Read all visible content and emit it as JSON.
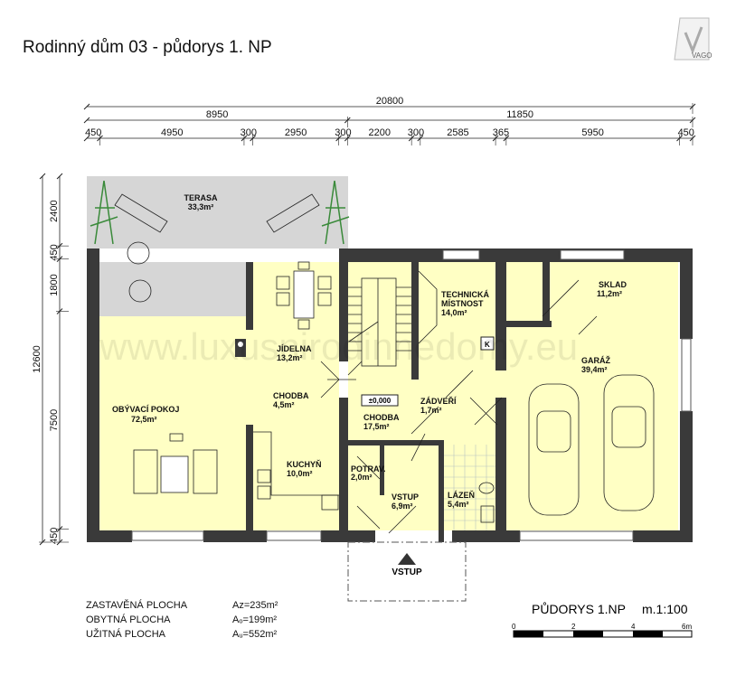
{
  "title": "Rodinný dům 03 - půdorys 1. NP",
  "logo": "VAGO",
  "watermark": "www.luxusnirodinnedomy.eu",
  "dimensions": {
    "total_width": "20800",
    "split_width": [
      "8950",
      "11850"
    ],
    "detail_width": [
      "450",
      "4950",
      "300",
      "2950",
      "300",
      "2200",
      "300",
      "2585",
      "365",
      "5950",
      "450"
    ],
    "total_depth": "12600",
    "detail_depth": [
      "2400",
      "450",
      "1800",
      "7500",
      "450"
    ]
  },
  "rooms": {
    "terasa": {
      "name": "TERASA",
      "area": "33,3m²"
    },
    "obyvaci": {
      "name": "OBÝVACÍ POKOJ",
      "area": "72,5m²"
    },
    "jidelna": {
      "name": "JÍDELNA",
      "area": "13,2m²"
    },
    "chodba1": {
      "name": "CHODBA",
      "area": "4,5m²"
    },
    "kuchyn": {
      "name": "KUCHYŇ",
      "area": "10,0m²"
    },
    "technicka": {
      "name1": "TECHNICKÁ",
      "name2": "MÍSTNOST",
      "area": "14,0m²"
    },
    "chodba2": {
      "name": "CHODBA",
      "area": "17,5m²"
    },
    "zadveri": {
      "name": "ZÁDVEŘÍ",
      "area": "1,7m²"
    },
    "potrav": {
      "name": "POTRAV.",
      "area": "2,0m²"
    },
    "vstup": {
      "name": "VSTUP",
      "area": "6,9m²"
    },
    "lazen": {
      "name": "LÁZEŇ",
      "area": "5,4m²"
    },
    "sklad": {
      "name": "SKLAD",
      "area": "11,2m²"
    },
    "garaz": {
      "name": "GARÁŽ",
      "area": "39,4m²"
    }
  },
  "level_mark": "±0,000",
  "boiler_label": "K",
  "entrance_label": "VSTUP",
  "summary": [
    {
      "label": "ZASTAVĚNÁ PLOCHA",
      "value": "Aᴢ=235m²"
    },
    {
      "label": "OBYTNÁ  PLOCHA",
      "value": "Aₒ=199m²"
    },
    {
      "label": "UŽITNÁ  PLOCHA",
      "value": "Aᵤ=552m²"
    }
  ],
  "plan_title": "PŮDORYS 1.NP",
  "scale": "m.1:100",
  "scalebar_labels": [
    "0",
    "2",
    "4",
    "6m"
  ],
  "colors": {
    "floor": "#ffffc4",
    "wall": "#3a3a3a",
    "terrace": "#d6d6d6"
  }
}
